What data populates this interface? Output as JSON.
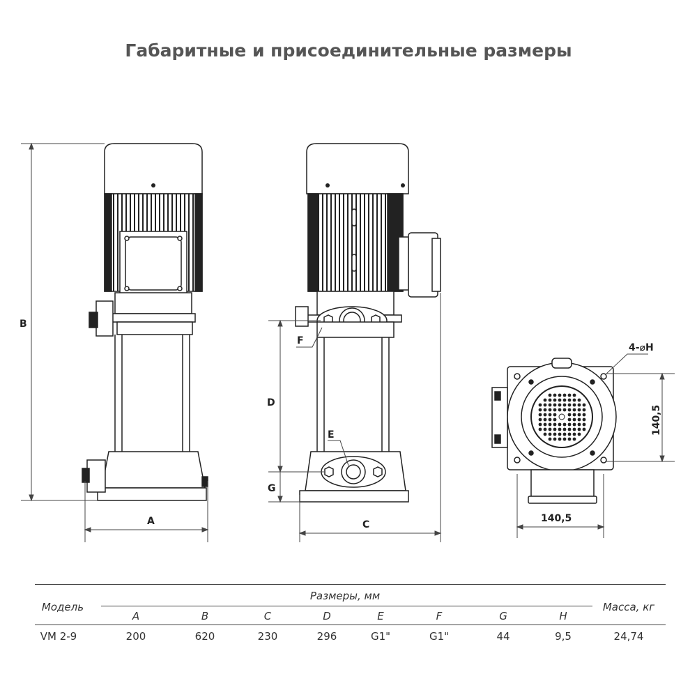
{
  "title": "Габаритные и присоединительные размеры",
  "drawing": {
    "labels": {
      "A": "A",
      "B": "B",
      "C": "C",
      "D": "D",
      "E": "E",
      "F": "F",
      "G": "G",
      "holes": "4-⌀H",
      "width_dim": "140,5",
      "height_dim": "140,5"
    }
  },
  "table": {
    "model_header": "Модель",
    "dims_header": "Размеры, мм",
    "mass_header": "Масса, кг",
    "columns": [
      "A",
      "B",
      "C",
      "D",
      "E",
      "F",
      "G",
      "H"
    ],
    "rows": [
      {
        "model": "VM 2-9",
        "values": [
          "200",
          "620",
          "230",
          "296",
          "G1\"",
          "G1\"",
          "44",
          "9,5"
        ],
        "mass": "24,74"
      }
    ]
  }
}
